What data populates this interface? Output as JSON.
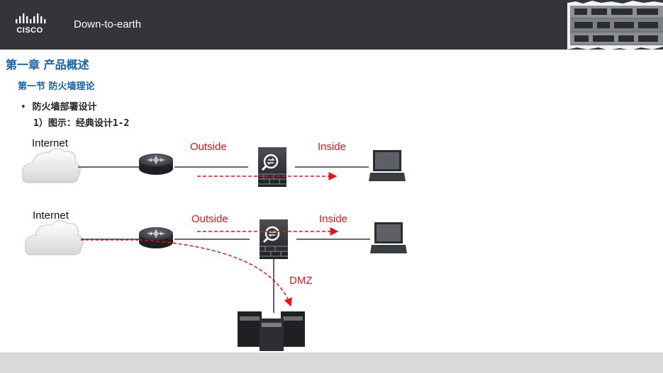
{
  "header": {
    "logo_text": "CISCO",
    "tagline": "Down-to-earth"
  },
  "slide": {
    "chapter_title": "第一章 产品概述",
    "section_title": "第一节 防火墙理论",
    "bullet": "防火墙部署设计",
    "sub_item": "1）图示：经典设计1-2"
  },
  "diagram": {
    "top": {
      "cloud_label": "Internet",
      "outside_label": "Outside",
      "inside_label": "Inside"
    },
    "bottom": {
      "cloud_label": "Internet",
      "outside_label": "Outside",
      "inside_label": "Inside",
      "dmz_label": "DMZ"
    },
    "colors": {
      "flow": "#e8141a",
      "link": "#111111"
    }
  }
}
